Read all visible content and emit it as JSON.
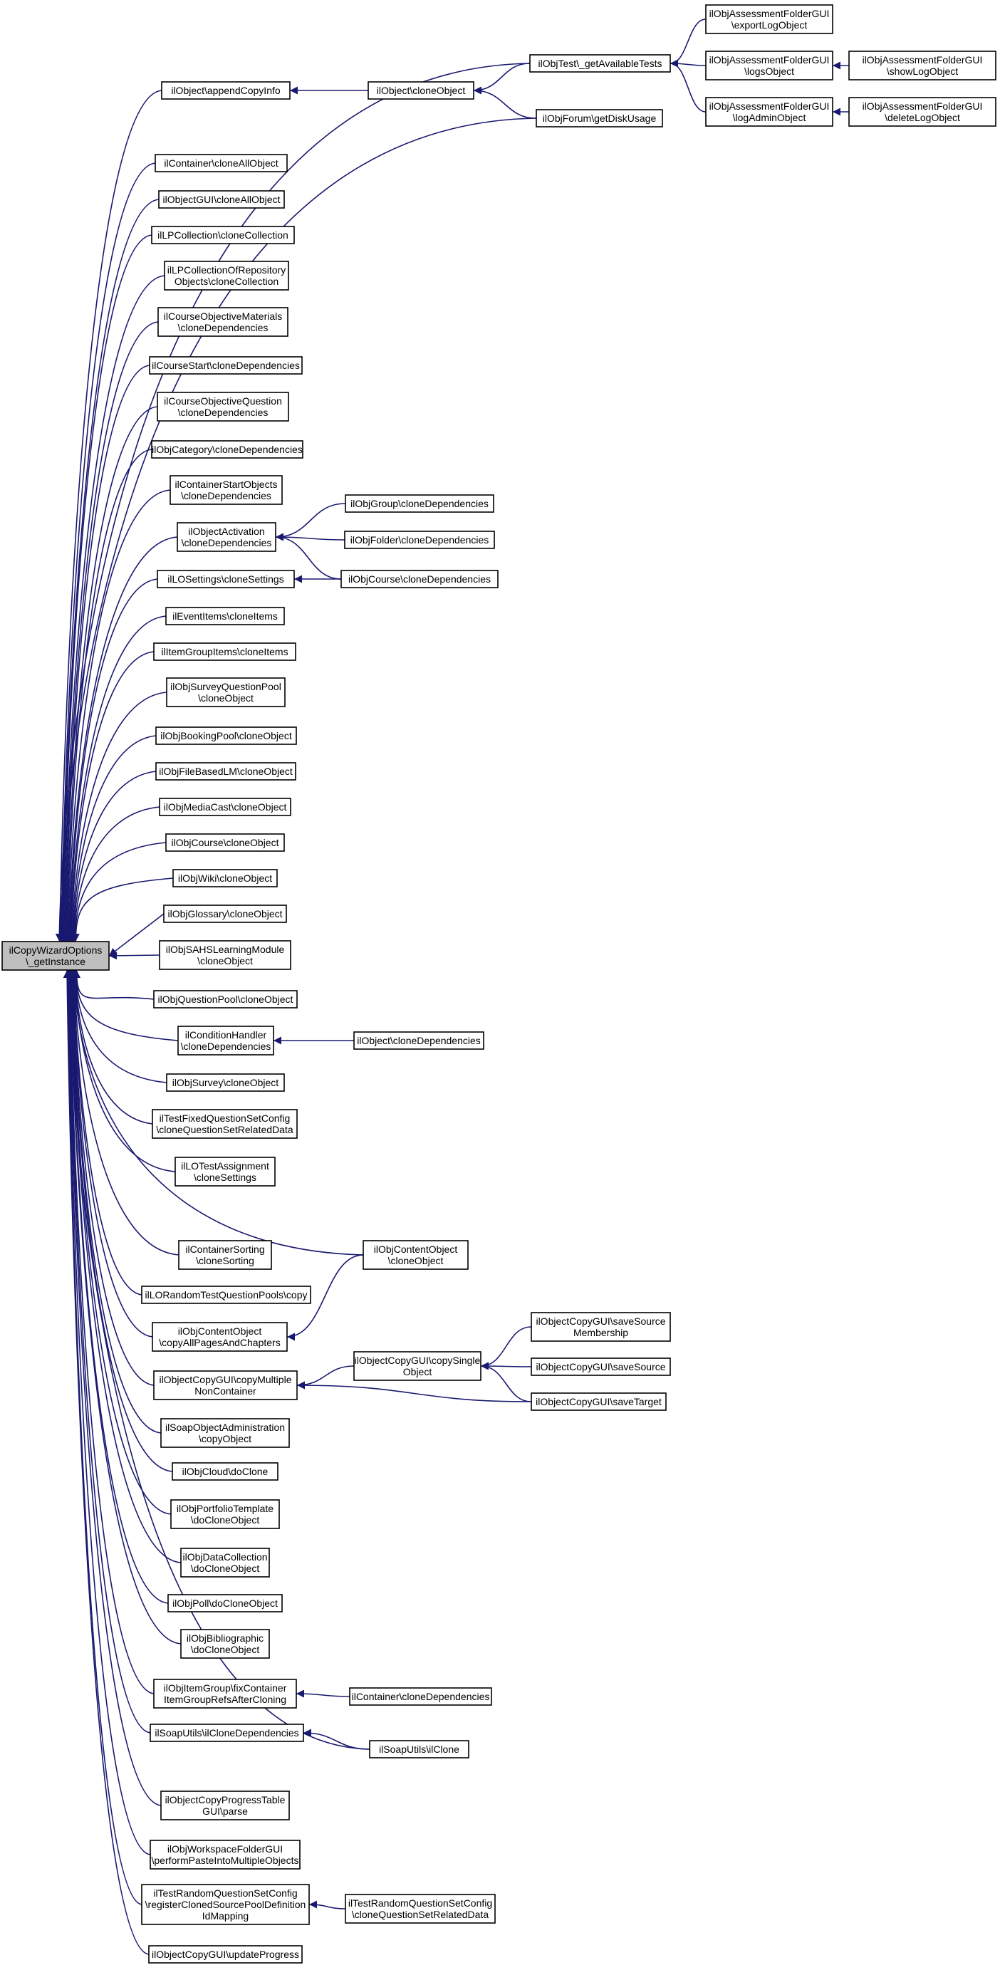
{
  "nodes": {
    "root": [
      "ilCopyWizardOptions",
      "\\_getInstance"
    ],
    "appendCopyInfo": [
      "ilObject\\appendCopyInfo"
    ],
    "cloneObject": [
      "ilObject\\cloneObject"
    ],
    "getAvailableTests": [
      "ilObjTest\\_getAvailableTests"
    ],
    "getDiskUsage": [
      "ilObjForum\\getDiskUsage"
    ],
    "exportLogObject": [
      "ilObjAssessmentFolderGUI",
      "\\exportLogObject"
    ],
    "logsObject": [
      "ilObjAssessmentFolderGUI",
      "\\logsObject"
    ],
    "logAdminObject": [
      "ilObjAssessmentFolderGUI",
      "\\logAdminObject"
    ],
    "showLogObject": [
      "ilObjAssessmentFolderGUI",
      "\\showLogObject"
    ],
    "deleteLogObject": [
      "ilObjAssessmentFolderGUI",
      "\\deleteLogObject"
    ],
    "containerCloneAllObject": [
      "ilContainer\\cloneAllObject"
    ],
    "objectGuiCloneAllObject": [
      "ilObjectGUI\\cloneAllObject"
    ],
    "lpCollection": [
      "ilLPCollection\\cloneCollection"
    ],
    "lpCollectionRepo": [
      "ilLPCollectionOfRepository",
      "Objects\\cloneCollection"
    ],
    "courseObjMaterials": [
      "ilCourseObjectiveMaterials",
      "\\cloneDependencies"
    ],
    "courseStart": [
      "ilCourseStart\\cloneDependencies"
    ],
    "courseObjQuestion": [
      "ilCourseObjectiveQuestion",
      "\\cloneDependencies"
    ],
    "objCategory": [
      "ilObjCategory\\cloneDependencies"
    ],
    "containerStartObjects": [
      "ilContainerStartObjects",
      "\\cloneDependencies"
    ],
    "objectActivation": [
      "ilObjectActivation",
      "\\cloneDependencies"
    ],
    "objGroup": [
      "ilObjGroup\\cloneDependencies"
    ],
    "objFolder": [
      "ilObjFolder\\cloneDependencies"
    ],
    "loSettings": [
      "ilLOSettings\\cloneSettings"
    ],
    "objCourseDeps": [
      "ilObjCourse\\cloneDependencies"
    ],
    "eventItems": [
      "ilEventItems\\cloneItems"
    ],
    "itemGroupItems": [
      "ilItemGroupItems\\cloneItems"
    ],
    "surveyQuestionPool": [
      "ilObjSurveyQuestionPool",
      "\\cloneObject"
    ],
    "bookingPool": [
      "ilObjBookingPool\\cloneObject"
    ],
    "fileBasedLM": [
      "ilObjFileBasedLM\\cloneObject"
    ],
    "mediaCast": [
      "ilObjMediaCast\\cloneObject"
    ],
    "courseClone": [
      "ilObjCourse\\cloneObject"
    ],
    "wikiClone": [
      "ilObjWiki\\cloneObject"
    ],
    "glossaryClone": [
      "ilObjGlossary\\cloneObject"
    ],
    "sahsLM": [
      "ilObjSAHSLearningModule",
      "\\cloneObject"
    ],
    "questionPool": [
      "ilObjQuestionPool\\cloneObject"
    ],
    "conditionHandler": [
      "ilConditionHandler",
      "\\cloneDependencies"
    ],
    "objectCloneDeps": [
      "ilObject\\cloneDependencies"
    ],
    "surveyClone": [
      "ilObjSurvey\\cloneObject"
    ],
    "fixedQuestionSet": [
      "ilTestFixedQuestionSetConfig",
      "\\cloneQuestionSetRelatedData"
    ],
    "loTestAssignment": [
      "ilLOTestAssignment",
      "\\cloneSettings"
    ],
    "containerSorting": [
      "ilContainerSorting",
      "\\cloneSorting"
    ],
    "contentObjectClone": [
      "ilObjContentObject",
      "\\cloneObject"
    ],
    "loRandomPools": [
      "ilLORandomTestQuestionPools\\copy"
    ],
    "copyAllPages": [
      "ilObjContentObject",
      "\\copyAllPagesAndChapters"
    ],
    "copyMultiple": [
      "ilObjectCopyGUI\\copyMultiple",
      "NonContainer"
    ],
    "copySingle": [
      "ilObjectCopyGUI\\copySingle",
      "Object"
    ],
    "saveSourceMembership": [
      "ilObjectCopyGUI\\saveSource",
      "Membership"
    ],
    "saveSource": [
      "ilObjectCopyGUI\\saveSource"
    ],
    "saveTarget": [
      "ilObjectCopyGUI\\saveTarget"
    ],
    "soapCopyObject": [
      "ilSoapObjectAdministration",
      "\\copyObject"
    ],
    "cloudDoClone": [
      "ilObjCloud\\doClone"
    ],
    "portfolioTemplate": [
      "ilObjPortfolioTemplate",
      "\\doCloneObject"
    ],
    "dataCollection": [
      "ilObjDataCollection",
      "\\doCloneObject"
    ],
    "pollDoClone": [
      "ilObjPoll\\doCloneObject"
    ],
    "bibliographic": [
      "ilObjBibliographic",
      "\\doCloneObject"
    ],
    "itemGroupFix": [
      "ilObjItemGroup\\fixContainer",
      "ItemGroupRefsAfterCloning"
    ],
    "containerCloneDeps": [
      "ilContainer\\cloneDependencies"
    ],
    "soapUtilsDeps": [
      "ilSoapUtils\\ilCloneDependencies"
    ],
    "soapUtilsClone": [
      "ilSoapUtils\\ilClone"
    ],
    "progressTableParse": [
      "ilObjectCopyProgressTable",
      "GUI\\parse"
    ],
    "workspacePaste": [
      "ilObjWorkspaceFolderGUI",
      "\\performPasteIntoMultipleObjects"
    ],
    "randomQuestionSet": [
      "ilTestRandomQuestionSetConfig",
      "\\registerClonedSourcePoolDefinition",
      "IdMapping"
    ],
    "randomQuestionSetClone": [
      "ilTestRandomQuestionSetConfig",
      "\\cloneQuestionSetRelatedData"
    ],
    "updateProgress": [
      "ilObjectCopyGUI\\updateProgress"
    ]
  },
  "edges": [
    [
      "getAvailableTests",
      "root"
    ],
    [
      "appendCopyInfo",
      "root"
    ],
    [
      "getDiskUsage",
      "root"
    ],
    [
      "containerCloneAllObject",
      "root"
    ],
    [
      "objectGuiCloneAllObject",
      "root"
    ],
    [
      "lpCollection",
      "root"
    ],
    [
      "lpCollectionRepo",
      "root"
    ],
    [
      "courseObjMaterials",
      "root"
    ],
    [
      "courseStart",
      "root"
    ],
    [
      "courseObjQuestion",
      "root"
    ],
    [
      "objCategory",
      "root"
    ],
    [
      "containerStartObjects",
      "root"
    ],
    [
      "objectActivation",
      "root"
    ],
    [
      "loSettings",
      "root"
    ],
    [
      "eventItems",
      "root"
    ],
    [
      "itemGroupItems",
      "root"
    ],
    [
      "surveyQuestionPool",
      "root"
    ],
    [
      "bookingPool",
      "root"
    ],
    [
      "fileBasedLM",
      "root"
    ],
    [
      "mediaCast",
      "root"
    ],
    [
      "courseClone",
      "root"
    ],
    [
      "wikiClone",
      "root"
    ],
    [
      "glossaryClone",
      "root"
    ],
    [
      "sahsLM",
      "root"
    ],
    [
      "questionPool",
      "root"
    ],
    [
      "conditionHandler",
      "root"
    ],
    [
      "surveyClone",
      "root"
    ],
    [
      "fixedQuestionSet",
      "root"
    ],
    [
      "loTestAssignment",
      "root"
    ],
    [
      "contentObjectClone",
      "root"
    ],
    [
      "containerSorting",
      "root"
    ],
    [
      "loRandomPools",
      "root"
    ],
    [
      "copyAllPages",
      "root"
    ],
    [
      "copyMultiple",
      "root"
    ],
    [
      "soapCopyObject",
      "root"
    ],
    [
      "cloudDoClone",
      "root"
    ],
    [
      "portfolioTemplate",
      "root"
    ],
    [
      "dataCollection",
      "root"
    ],
    [
      "pollDoClone",
      "root"
    ],
    [
      "bibliographic",
      "root"
    ],
    [
      "itemGroupFix",
      "root"
    ],
    [
      "soapUtilsDeps",
      "root"
    ],
    [
      "soapUtilsClone",
      "root"
    ],
    [
      "progressTableParse",
      "root"
    ],
    [
      "workspacePaste",
      "root"
    ],
    [
      "randomQuestionSet",
      "root"
    ],
    [
      "updateProgress",
      "root"
    ],
    [
      "cloneObject",
      "appendCopyInfo"
    ],
    [
      "getAvailableTests",
      "cloneObject"
    ],
    [
      "getDiskUsage",
      "cloneObject"
    ],
    [
      "exportLogObject",
      "getAvailableTests"
    ],
    [
      "logsObject",
      "getAvailableTests"
    ],
    [
      "logAdminObject",
      "getAvailableTests"
    ],
    [
      "showLogObject",
      "logsObject"
    ],
    [
      "deleteLogObject",
      "logAdminObject"
    ],
    [
      "objGroup",
      "objectActivation"
    ],
    [
      "objFolder",
      "objectActivation"
    ],
    [
      "objCourseDeps",
      "objectActivation"
    ],
    [
      "objCourseDeps",
      "loSettings"
    ],
    [
      "objectCloneDeps",
      "conditionHandler"
    ],
    [
      "contentObjectClone",
      "copyAllPages"
    ],
    [
      "copySingle",
      "copyMultiple"
    ],
    [
      "saveTarget",
      "copyMultiple"
    ],
    [
      "saveSourceMembership",
      "copySingle"
    ],
    [
      "saveSource",
      "copySingle"
    ],
    [
      "saveTarget",
      "copySingle"
    ],
    [
      "containerCloneDeps",
      "itemGroupFix"
    ],
    [
      "soapUtilsClone",
      "soapUtilsDeps"
    ],
    [
      "randomQuestionSetClone",
      "randomQuestionSet"
    ]
  ]
}
